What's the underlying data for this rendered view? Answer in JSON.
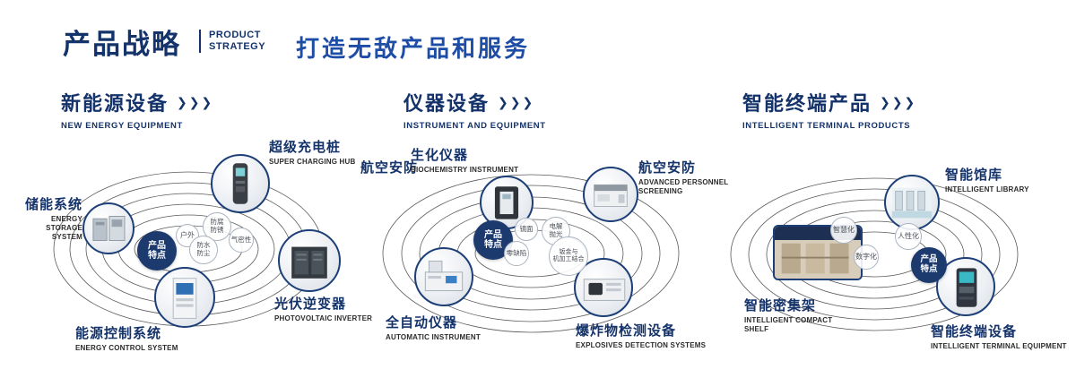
{
  "header": {
    "title": "产品战略",
    "subtitle": "PRODUCT\nSTRATEGY",
    "tagline": "打造无敌产品和服务"
  },
  "ui": {
    "arrows": "❯❯❯",
    "colors": {
      "navy": "#14336b",
      "blue": "#1d4da6",
      "badge": "#1c3a6e"
    }
  },
  "sections": [
    {
      "title": "新能源设备",
      "subtitle": "NEW ENERGY EQUIPMENT",
      "feature_badge": "产品\n特点",
      "features": [
        "户外",
        "防腐\n防锈",
        "气密性",
        "防水\n防尘"
      ],
      "products": [
        {
          "name": "储能系统",
          "en": "ENERGY STORAGE\nSYSTEM",
          "icon": "storage-cabinets-icon"
        },
        {
          "name": "超级充电桩",
          "en": "SUPER CHARGING HUB",
          "icon": "charging-pile-icon"
        },
        {
          "name": "光伏逆变器",
          "en": "PHOTOVOLTAIC INVERTER",
          "icon": "pv-inverter-icon"
        },
        {
          "name": "能源控制系统",
          "en": "ENERGY CONTROL SYSTEM",
          "icon": "control-cabinet-icon"
        }
      ]
    },
    {
      "title": "仪器设备",
      "subtitle": "INSTRUMENT AND EQUIPMENT",
      "feature_badge": "产品\n特点",
      "features": [
        "镜面",
        "电解\n抛光",
        "零缺陷",
        "钣金与\n机加工结合"
      ],
      "products": [
        {
          "name": "航空安防",
          "en": "",
          "icon": "security-gate-icon"
        },
        {
          "name": "生化仪器",
          "en": "BIOCHEMISTRY INSTRUMENT",
          "icon": "biochemistry-instrument-icon"
        },
        {
          "name": "航空安防",
          "en": "ADVANCED PERSONNEL\nSCREENING",
          "icon": "personnel-screening-icon"
        },
        {
          "name": "全自动仪器",
          "en": "AUTOMATIC INSTRUMENT",
          "icon": "automatic-instrument-icon"
        },
        {
          "name": "爆炸物检测设备",
          "en": "EXPLOSIVES DETECTION SYSTEMS",
          "icon": "explosives-detection-icon"
        }
      ]
    },
    {
      "title": "智能终端产品",
      "subtitle": "INTELLIGENT TERMINAL PRODUCTS",
      "feature_badge": "产品\n特点",
      "features": [
        "智慧化",
        "人性化",
        "数字化"
      ],
      "products": [
        {
          "name": "智能馆库",
          "en": "INTELLIGENT LIBRARY",
          "icon": "library-room-icon"
        },
        {
          "name": "智能密集架",
          "en": "INTELLIGENT COMPACT\nSHELF",
          "icon": "compact-shelf-icon"
        },
        {
          "name": "智能终端设备",
          "en": "INTELLIGENT TERMINAL EQUIPMENT",
          "icon": "terminal-kiosk-icon"
        }
      ]
    }
  ]
}
